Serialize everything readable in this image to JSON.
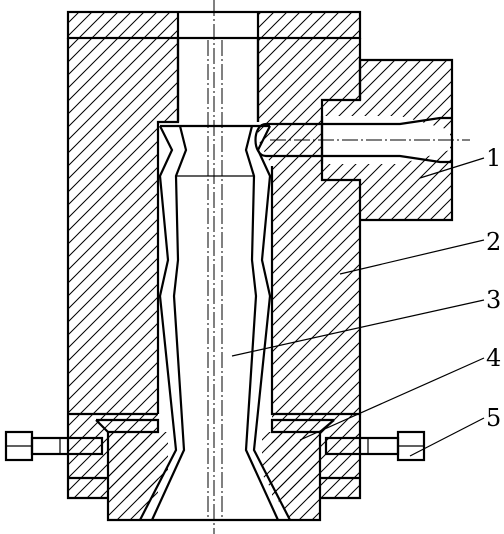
{
  "callouts": [
    {
      "id": "1",
      "text": "1"
    },
    {
      "id": "2",
      "text": "2"
    },
    {
      "id": "3",
      "text": "3"
    },
    {
      "id": "4",
      "text": "4"
    },
    {
      "id": "5",
      "text": "5"
    }
  ]
}
